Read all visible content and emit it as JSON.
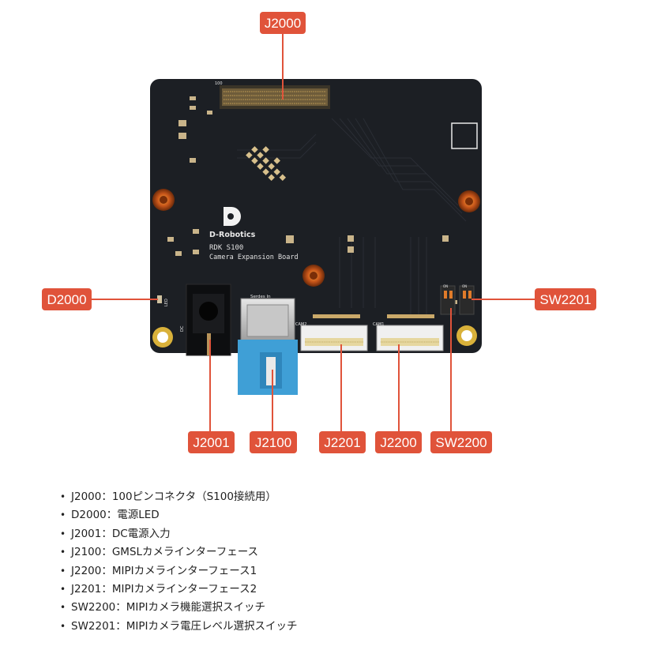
{
  "board": {
    "brand": "D-Robotics",
    "model": "RDK S100",
    "name": "Camera Expansion Board",
    "silk_serdes": "Serdes In",
    "silk_cam1": "CAM1",
    "silk_cam2": "CAM2",
    "silk_100": "100",
    "silk_on": "ON",
    "silk_dc": "DC",
    "silk_led": "LED"
  },
  "callouts": [
    {
      "id": "J2000",
      "label": "J2000"
    },
    {
      "id": "D2000",
      "label": "D2000"
    },
    {
      "id": "SW2201",
      "label": "SW2201"
    },
    {
      "id": "J2001",
      "label": "J2001"
    },
    {
      "id": "J2100",
      "label": "J2100"
    },
    {
      "id": "J2201",
      "label": "J2201"
    },
    {
      "id": "J2200",
      "label": "J2200"
    },
    {
      "id": "SW2200",
      "label": "SW2200"
    }
  ],
  "legend": [
    "J2000：100ピンコネクタ（S100接続用）",
    "D2000：電源LED",
    "J2001：DC電源入力",
    "J2100：GMSLカメラインターフェース",
    "J2200：MIPIカメラインターフェース1",
    "J2201：MIPIカメラインターフェース2",
    "SW2200：MIPIカメラ機能選択スイッチ",
    "SW2201：MIPIカメラ電圧レベル選択スイッチ"
  ],
  "colors": {
    "callout": "#e0533a",
    "pcb": "#1c1f24",
    "leader": "#e0533a",
    "gold": "#d9b13a",
    "gmsl": "#3f9fd6"
  }
}
